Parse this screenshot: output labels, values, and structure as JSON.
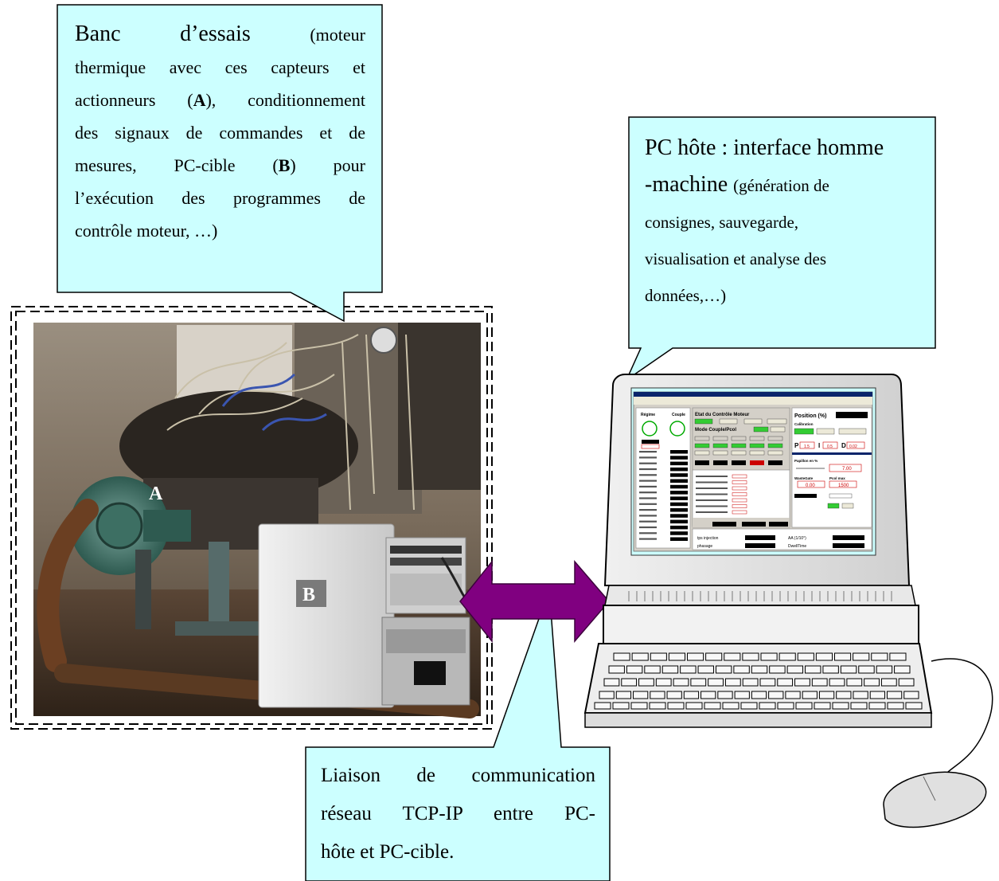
{
  "callouts": {
    "test_bench": {
      "lines": [
        "Banc d’essais (moteur",
        "thermique avec ces capteurs et",
        "actionneurs (A), conditionnement",
        "des signaux de commandes et de",
        "mesures, PC-cible (B) pour",
        "l’exécution des programmes de",
        "contrôle moteur, …)"
      ]
    },
    "host_pc": {
      "lines": [
        "PC hôte : interface homme",
        "-machine (génération de",
        "consignes, sauvegarde,",
        "visualisation et analyse des",
        "données,…)"
      ]
    },
    "network_link": {
      "lines": [
        "Liaison de communication",
        "réseau TCP-IP entre PC-",
        "hôte et PC-cible."
      ]
    }
  },
  "photo_labels": {
    "a": "A",
    "b": "B"
  },
  "screen": {
    "panel_left_title": "Régime",
    "panel_left_title2": "Couple",
    "main_title": "Etat du Contrôle Moteur",
    "mode_title": "Mode Couple/Pcol",
    "position_title": "Position (%)",
    "calibration_label": "Calibration",
    "pid_p": "P",
    "pid_i": "I",
    "pid_d": "D",
    "pid_p_val": "1.5",
    "pid_i_val": "0.5",
    "pid_d_val": "0.02",
    "papillon_label": "Papillon en %",
    "papillon_val": "7.00",
    "wastegate_label": "WasteGate",
    "wastegate_val": "0.00",
    "pcol_max_label": "Pcol max",
    "pcol_max_val": "1500",
    "injection_label": "tps injection",
    "phasage_label": "phasage",
    "aa_label": "AA (1/10°)",
    "dwell_label": "DwellTime"
  },
  "colors": {
    "callout_fill": "#ccffff",
    "arrow_fill": "#800080",
    "screen_bg": "#ffffff",
    "window_gray": "#d4d0c8",
    "led_green": "#33cc33"
  }
}
